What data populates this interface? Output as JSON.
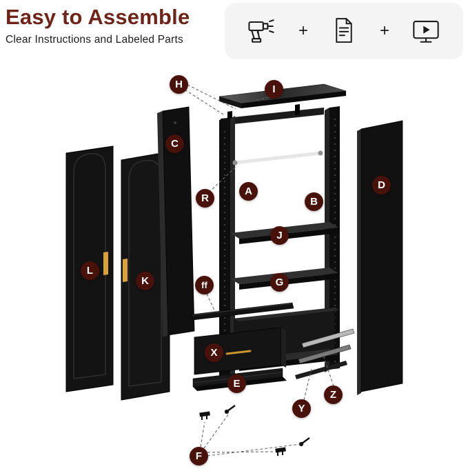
{
  "header": {
    "title": "Easy to Assemble",
    "subtitle": "Clear Instructions and Labeled Parts"
  },
  "features": {
    "separator": "+",
    "icons": [
      {
        "name": "drill-icon"
      },
      {
        "name": "document-icon"
      },
      {
        "name": "video-icon"
      }
    ]
  },
  "diagram": {
    "parts": [
      {
        "label": "H"
      },
      {
        "label": "I"
      },
      {
        "label": "C"
      },
      {
        "label": "R"
      },
      {
        "label": "A"
      },
      {
        "label": "B"
      },
      {
        "label": "D"
      },
      {
        "label": "J"
      },
      {
        "label": "G"
      },
      {
        "label": "ff"
      },
      {
        "label": "L"
      },
      {
        "label": "K"
      },
      {
        "label": "X"
      },
      {
        "label": "E"
      },
      {
        "label": "Y"
      },
      {
        "label": "Z"
      },
      {
        "label": "F"
      }
    ]
  },
  "colors": {
    "accent": "#6e2418",
    "label_badge": "#48120b",
    "handle_gold": "#d9a13a",
    "feature_panel_bg": "#f4f4f4",
    "furniture_black": "#121212"
  }
}
